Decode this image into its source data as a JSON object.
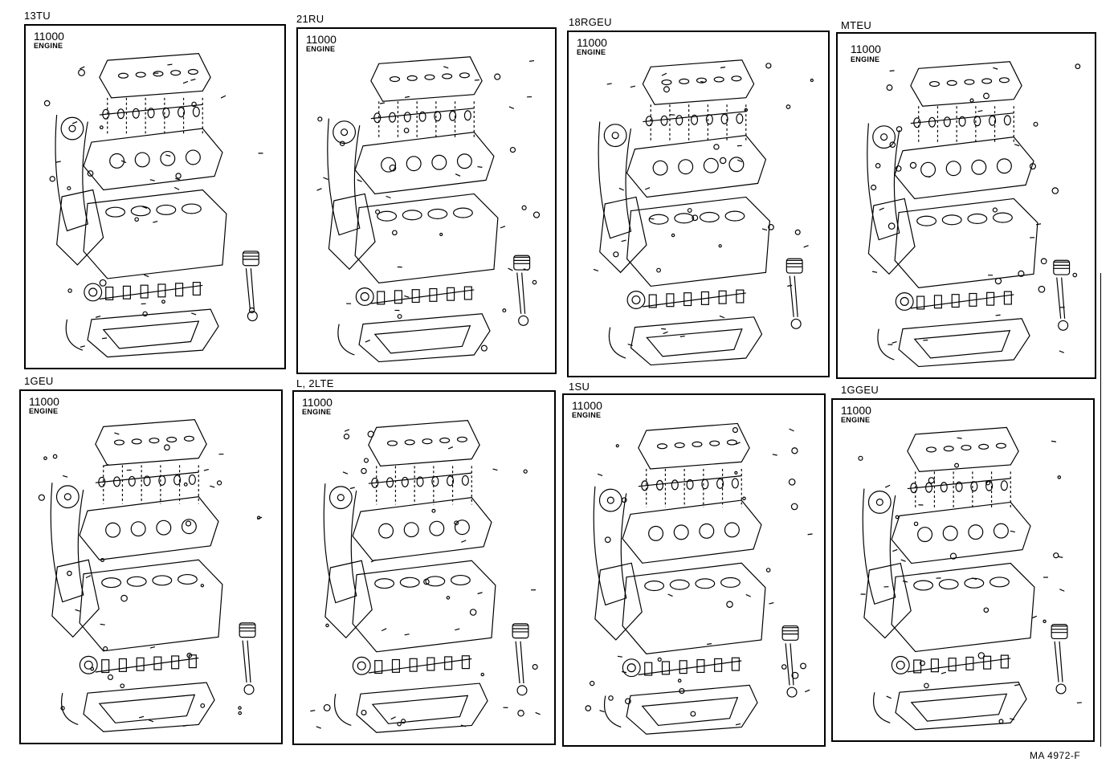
{
  "panels": [
    {
      "engine": "13TU",
      "part_number": "11000",
      "part_label": "ENGINE"
    },
    {
      "engine": "21RU",
      "part_number": "11000",
      "part_label": "ENGINE"
    },
    {
      "engine": "18RGEU",
      "part_number": "11000",
      "part_label": "ENGINE"
    },
    {
      "engine": "MTEU",
      "part_number": "11000",
      "part_label": "ENGINE"
    },
    {
      "engine": "1GEU",
      "part_number": "11000",
      "part_label": "ENGINE"
    },
    {
      "engine": "L, 2LTE",
      "part_number": "11000",
      "part_label": "ENGINE"
    },
    {
      "engine": "1SU",
      "part_number": "11000",
      "part_label": "ENGINE"
    },
    {
      "engine": "1GGEU",
      "part_number": "11000",
      "part_label": "ENGINE"
    }
  ],
  "footer": {
    "code": "MA 4972-F"
  },
  "colors": {
    "ink": "#000000",
    "paper": "#ffffff"
  }
}
